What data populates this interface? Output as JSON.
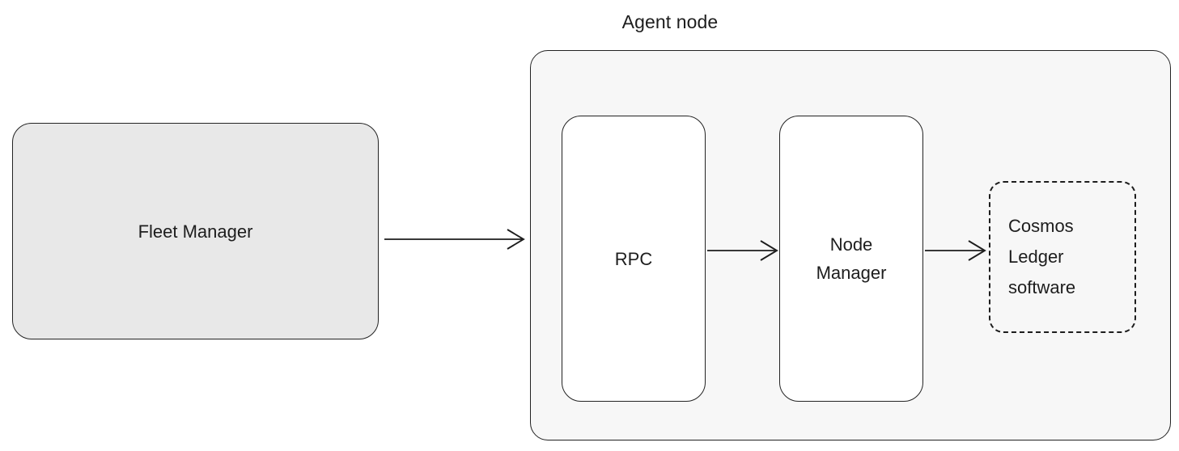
{
  "diagram": {
    "title": "Agent node",
    "background_color": "#ffffff",
    "container": {
      "label": "Agent node",
      "fill": "#f7f7f7",
      "stroke": "#232323"
    },
    "nodes": [
      {
        "id": "fleet-manager",
        "label": "Fleet Manager",
        "fill": "#e8e8e8",
        "stroke": "#232323",
        "border_style": "solid"
      },
      {
        "id": "rpc",
        "label": "RPC",
        "fill": "#ffffff",
        "stroke": "#232323",
        "border_style": "solid"
      },
      {
        "id": "node-manager",
        "label": "Node\nManager",
        "fill": "#ffffff",
        "stroke": "#232323",
        "border_style": "solid"
      },
      {
        "id": "cosmos-ledger-software",
        "label": "Cosmos\nLedger\nsoftware",
        "fill": "transparent",
        "stroke": "#1d1d1d",
        "border_style": "dashed"
      }
    ],
    "edges": [
      {
        "id": "fleet-manager-to-rpc",
        "from": "fleet-manager",
        "to": "rpc",
        "label": "",
        "style": "arrow"
      },
      {
        "id": "rpc-to-node-manager",
        "from": "rpc",
        "to": "node-manager",
        "label": "",
        "style": "arrow"
      },
      {
        "id": "node-manager-to-cosmos",
        "from": "node-manager",
        "to": "cosmos-ledger-software",
        "label": "",
        "style": "arrow"
      }
    ]
  }
}
